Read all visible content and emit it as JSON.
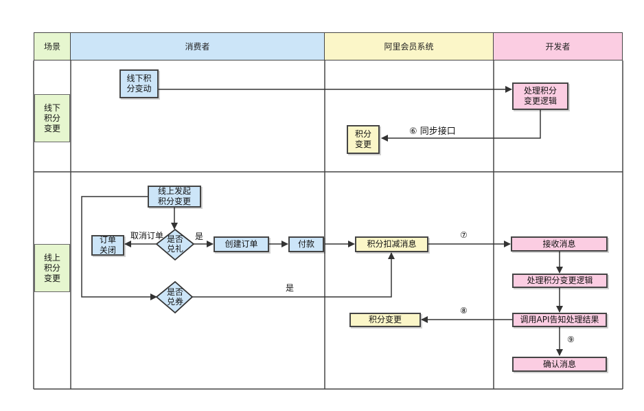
{
  "headers": {
    "scene": "场景",
    "consumer": "消费者",
    "system": "阿里会员系统",
    "developer": "开发者"
  },
  "rows": {
    "offline": "线下\n积分\n变更",
    "online": "线上\n积分\n变更"
  },
  "nodes": {
    "offline_change": "线下积\n分变动",
    "process_change": "处理积分\n变更逻辑",
    "points_change_1": "积分\n变更",
    "online_initiate": "线上发起\n积分变更",
    "is_redeem_gift": "是否\n兑礼",
    "order_close": "订单\n关闭",
    "create_order": "创建订单",
    "pay": "付款",
    "points_deduct_msg": "积分扣减消息",
    "receive_msg": "接收消息",
    "process_change_2": "处理积分变更逻辑",
    "is_redeem_coupon": "是否\n兑券",
    "call_api": "调用API告知处理结果",
    "points_change_2": "积分变更",
    "confirm_msg": "确认消息"
  },
  "labels": {
    "sync_api": "⑥ 同步接口",
    "cancel_order": "取消订单",
    "yes_1": "是",
    "yes_2": "是",
    "step7": "⑦",
    "step8": "⑧",
    "step9": "⑨"
  },
  "colors": {
    "consumer_header": "#cce5f8",
    "system_header": "#fbf6c8",
    "developer_header": "#fbcde2",
    "scene_cells": "#e6f6cf",
    "border": "#444444"
  }
}
